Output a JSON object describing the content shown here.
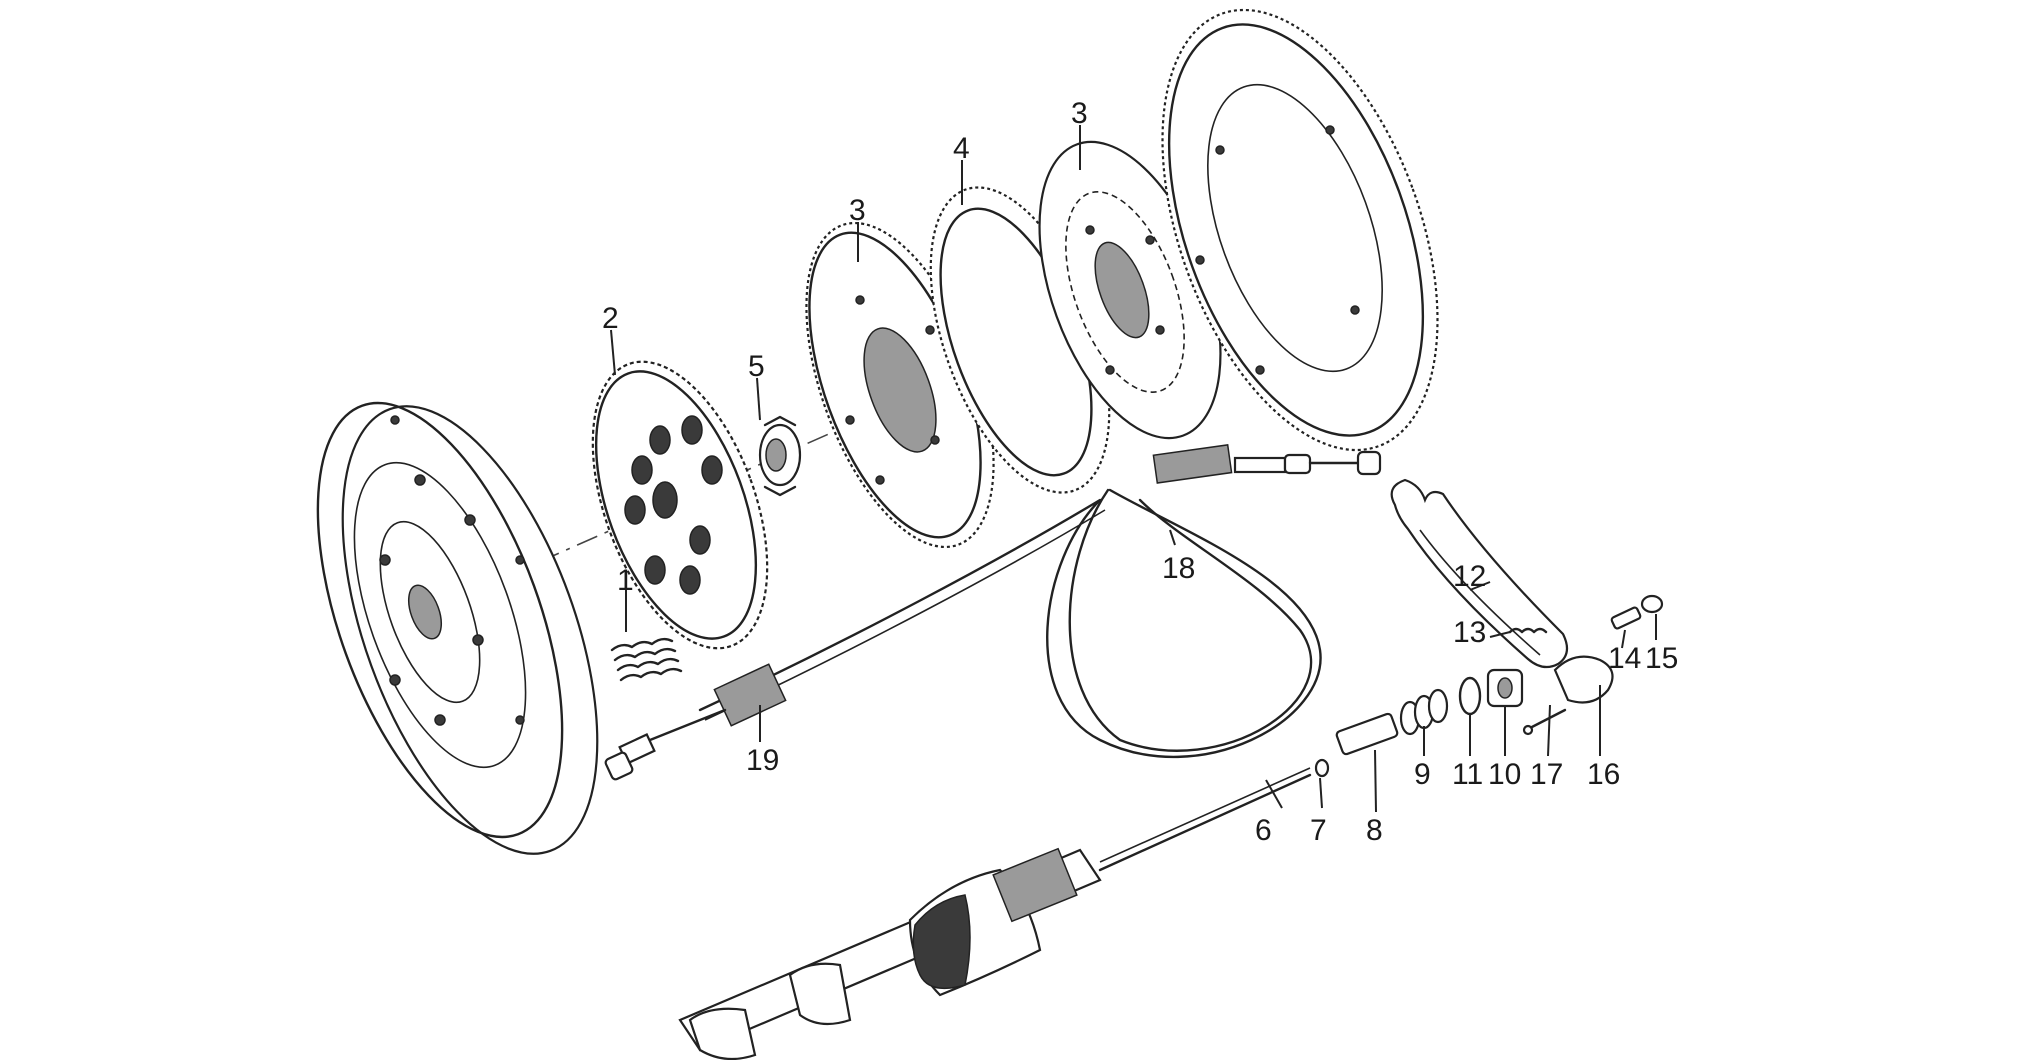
{
  "callouts": [
    {
      "id": "c1",
      "text": "1"
    },
    {
      "id": "c2",
      "text": "2"
    },
    {
      "id": "c3a",
      "text": "3"
    },
    {
      "id": "c3b",
      "text": "3"
    },
    {
      "id": "c4",
      "text": "4"
    },
    {
      "id": "c5",
      "text": "5"
    },
    {
      "id": "c6",
      "text": "6"
    },
    {
      "id": "c7",
      "text": "7"
    },
    {
      "id": "c8",
      "text": "8"
    },
    {
      "id": "c9",
      "text": "9"
    },
    {
      "id": "c10",
      "text": "10"
    },
    {
      "id": "c11",
      "text": "11"
    },
    {
      "id": "c12",
      "text": "12"
    },
    {
      "id": "c13",
      "text": "13"
    },
    {
      "id": "c14",
      "text": "14"
    },
    {
      "id": "c15",
      "text": "15"
    },
    {
      "id": "c16",
      "text": "16"
    },
    {
      "id": "c17",
      "text": "17"
    },
    {
      "id": "c18",
      "text": "18"
    },
    {
      "id": "c19",
      "text": "19"
    }
  ]
}
